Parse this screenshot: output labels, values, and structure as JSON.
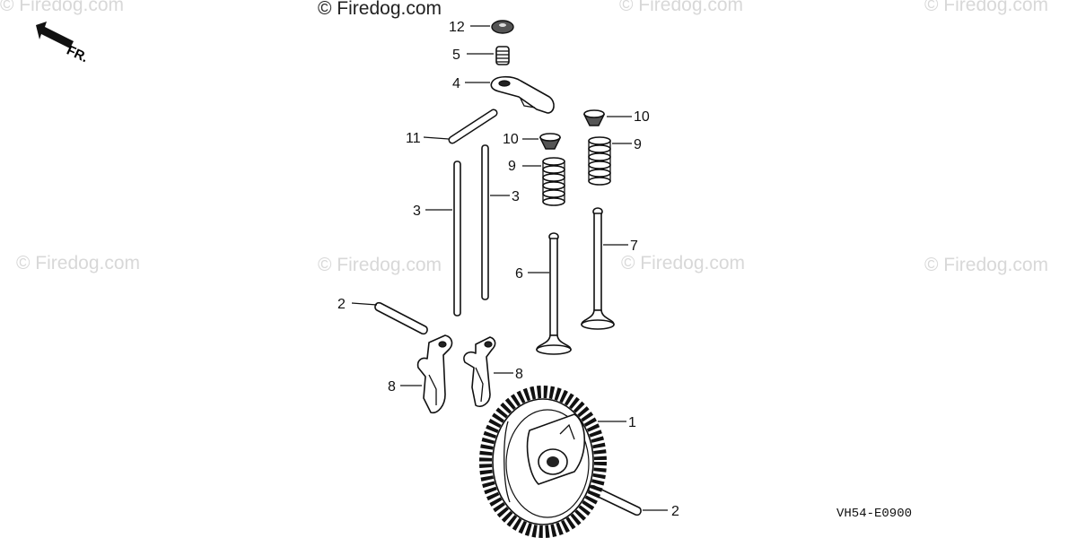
{
  "watermarks": {
    "top": "© Firedog.com",
    "faint": "© Firedog.com"
  },
  "direction_label": "FR.",
  "diagram_code": "VH54-E0900",
  "callouts": [
    {
      "id": "c1",
      "text": "1"
    },
    {
      "id": "c2a",
      "text": "2"
    },
    {
      "id": "c2b",
      "text": "2"
    },
    {
      "id": "c3a",
      "text": "3"
    },
    {
      "id": "c3b",
      "text": "3"
    },
    {
      "id": "c4",
      "text": "4"
    },
    {
      "id": "c5",
      "text": "5"
    },
    {
      "id": "c6",
      "text": "6"
    },
    {
      "id": "c7",
      "text": "7"
    },
    {
      "id": "c8a",
      "text": "8"
    },
    {
      "id": "c8b",
      "text": "8"
    },
    {
      "id": "c9a",
      "text": "9"
    },
    {
      "id": "c9b",
      "text": "9"
    },
    {
      "id": "c10a",
      "text": "10"
    },
    {
      "id": "c10b",
      "text": "10"
    },
    {
      "id": "c11",
      "text": "11"
    },
    {
      "id": "c12",
      "text": "12"
    }
  ]
}
